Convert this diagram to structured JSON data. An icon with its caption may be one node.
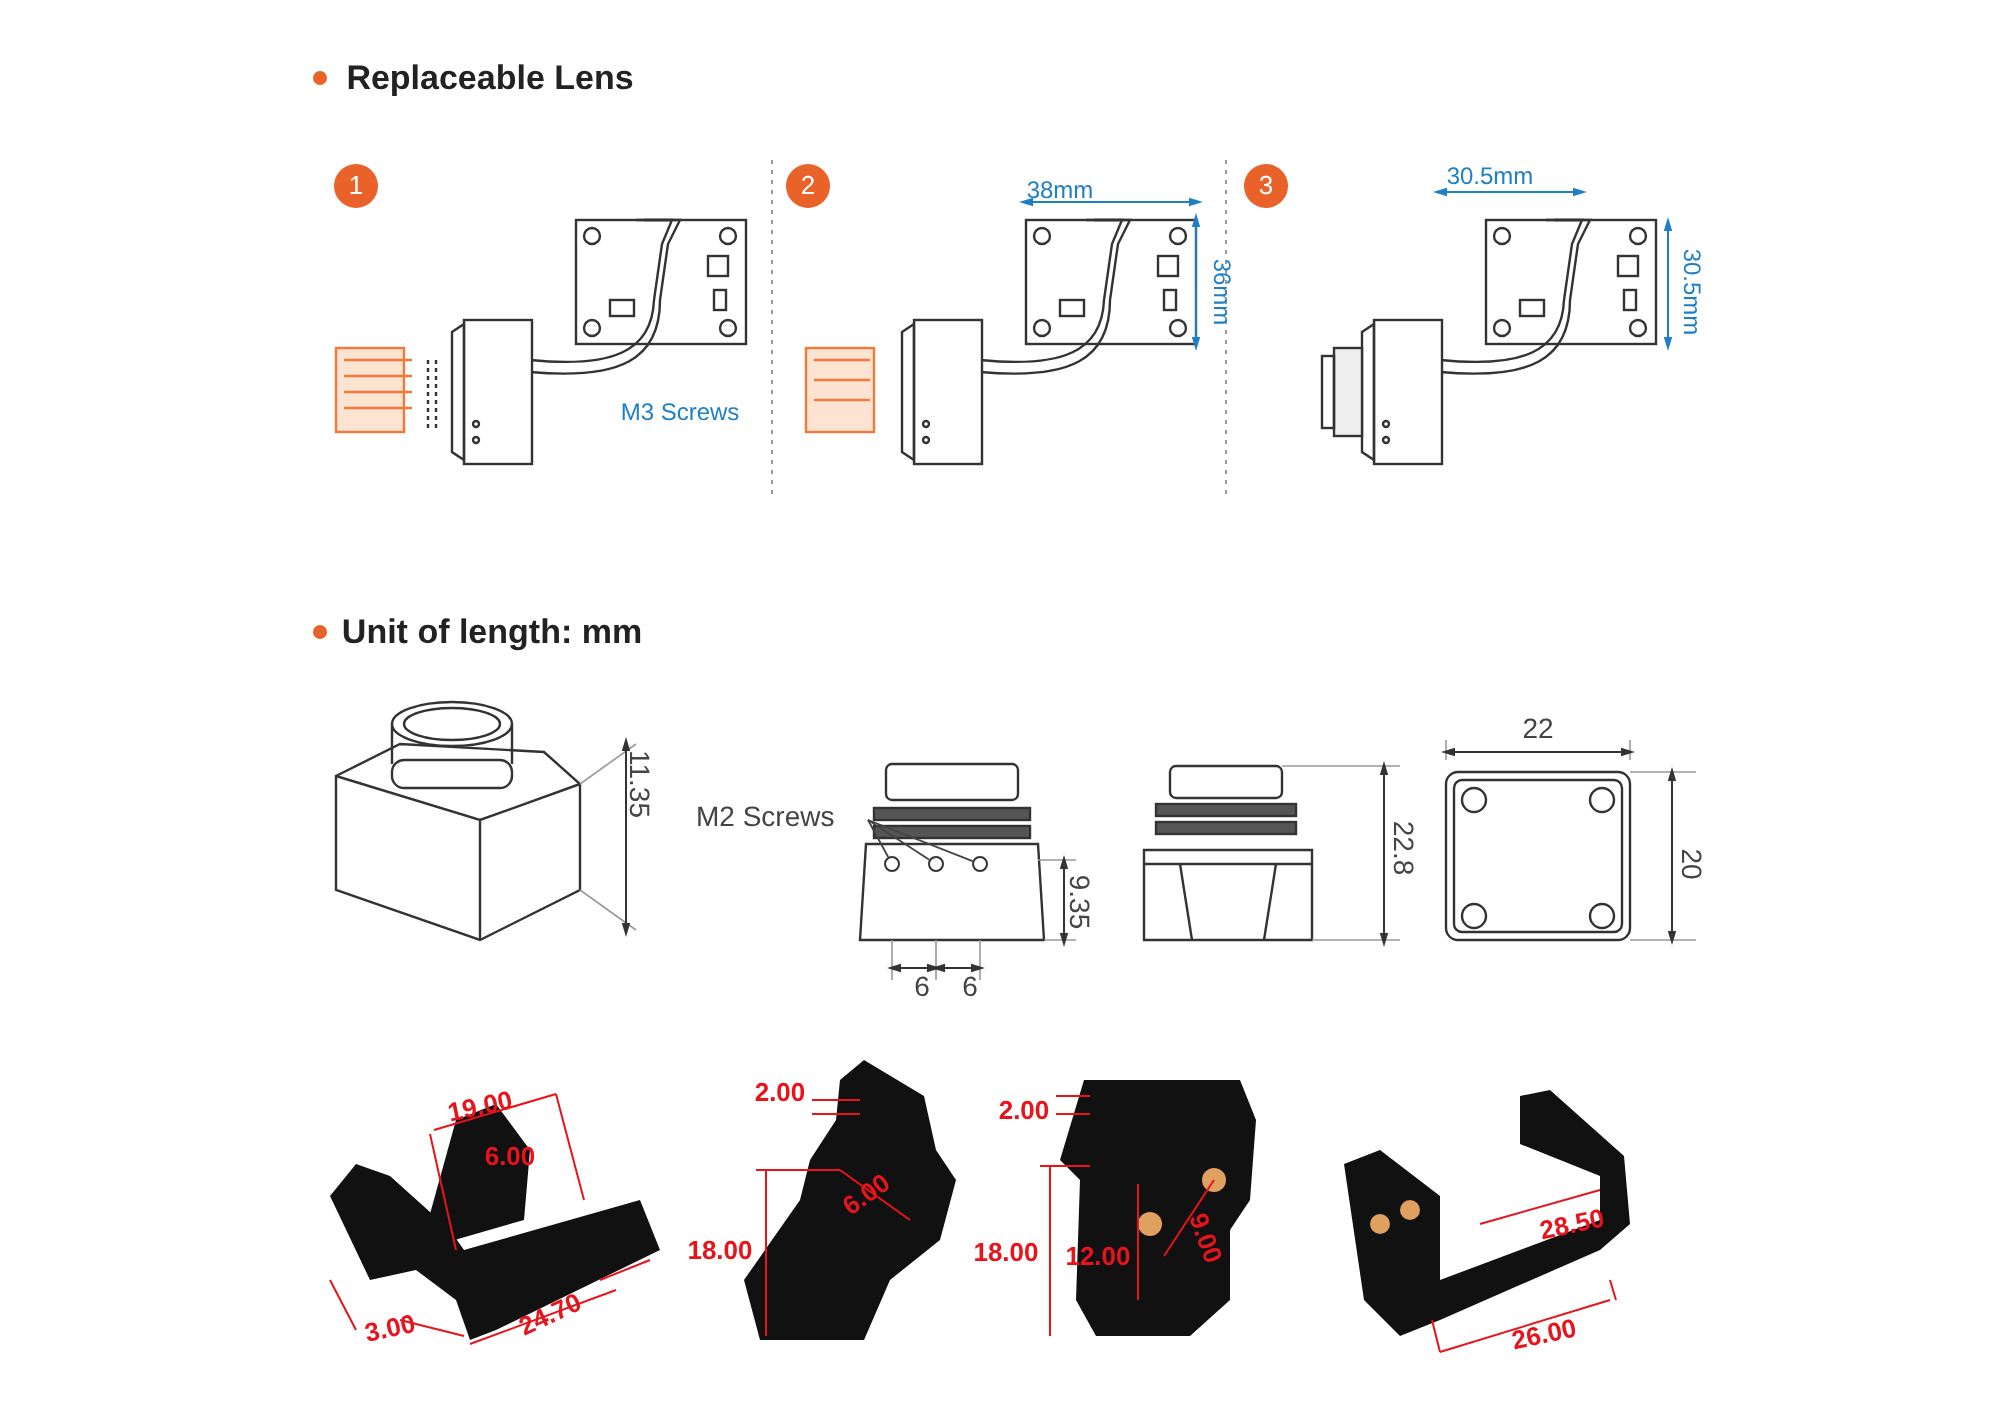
{
  "diagram": {
    "nodes": [
      {
        "text": [
          "1"
        ]
      },
      {
        "text": [
          "2"
        ]
      },
      {
        "text": [
          "3"
        ]
      },
      {
        "text": [
          "M2 Screws"
        ]
      },
      {
        "text": [],
        "shape": "circle"
      },
      {
        "text": [],
        "shape": "circle"
      },
      {
        "text": [],
        "shape": "circle"
      }
    ],
    "edges": [
      {
        "from": 3,
        "to": 4,
        "arrow": "none"
      },
      {
        "from": 3,
        "to": 5,
        "arrow": "none"
      },
      {
        "from": 3,
        "to": 6,
        "arrow": "none"
      }
    ],
    "labels": [
      "Replaceable Lens",
      "M3 Screws",
      "38mm",
      "36mm",
      "30.5mm",
      "30.5mm",
      "Unit of length: mm",
      "11.35",
      "9.35",
      "6",
      "6",
      "22.8",
      "22",
      "20",
      "19.00",
      "6.00",
      "3.00",
      "24.70",
      "2.00",
      "6.00",
      "18.00",
      "2.00",
      "18.00",
      "12.00",
      "9.00",
      "28.50",
      "26.00"
    ]
  }
}
